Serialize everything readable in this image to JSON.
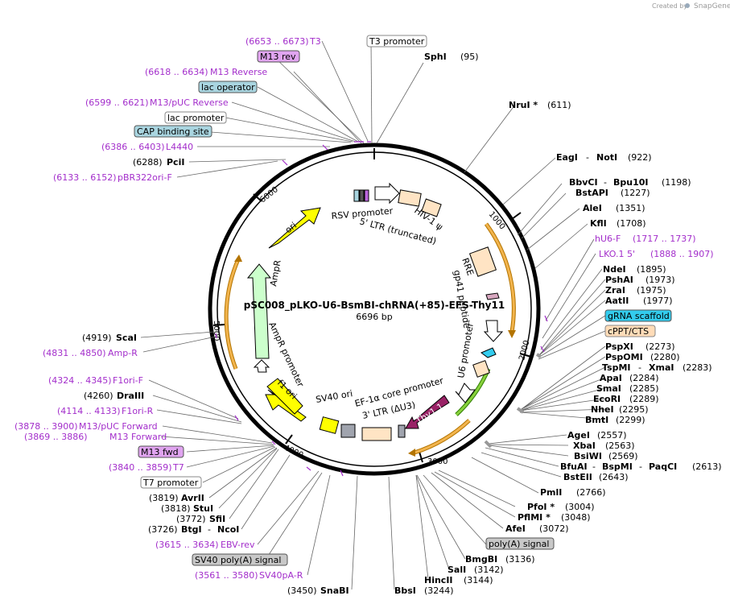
{
  "credit": {
    "created_by": "Created by",
    "brand": "SnapGene"
  },
  "map": {
    "name": "pSC008_pLKO-U6-BsmBI-chRNA(+85)-EFS-Thy11",
    "size": "6696 bp",
    "ticks": [
      "1000",
      "2000",
      "3000",
      "4000",
      "5000",
      "6000"
    ]
  },
  "inner_labels": {
    "rsv": "RSV promoter",
    "ltr5": "5' LTR (truncated)",
    "hiv": "HIV-1 ψ",
    "rre": "RRE",
    "gp41": "gp41 peptide",
    "u6": "U6 promoter",
    "thy": "Thy1.1",
    "efs": "EF-1α core promoter",
    "ltr3": "3' LTR (ΔU3)",
    "sv40ori": "SV40 ori",
    "f1ori": "f1 ori",
    "ampr_prom": "AmpR promoter",
    "ampr": "AmpR",
    "ori": "ori"
  },
  "labels": {
    "t3": {
      "range": "(6653 .. 6673)",
      "name": "T3"
    },
    "t3_promoter": "T3 promoter",
    "sphi": {
      "name": "SphI",
      "pos": "(95)"
    },
    "m13_rev": "M13 rev",
    "m13_reverse": {
      "range": "(6618 .. 6634)",
      "name": "M13 Reverse"
    },
    "lac_operator": "lac operator",
    "nrui": {
      "name": "NruI *",
      "pos": "(611)"
    },
    "m13puc_reverse": {
      "range": "(6599 .. 6621)",
      "name": "M13/pUC Reverse"
    },
    "lac_promoter": "lac promoter",
    "cap": "CAP binding site",
    "eagi": {
      "name": "EagI",
      "sep": "-",
      "name2": "NotI",
      "pos": "(922)"
    },
    "l4440": {
      "range": "(6386 .. 6403)",
      "name": "L4440"
    },
    "pcii": {
      "pos": "(6288)",
      "name": "PciI"
    },
    "bvcci": {
      "name": "BbvCI",
      "sep": "-",
      "name2": "Bpu10I",
      "pos": "(1198)"
    },
    "pbr322": {
      "range": "(6133 .. 6152)",
      "name": "pBR322ori-F"
    },
    "bstapi": {
      "name": "BstAPI",
      "pos": "(1227)"
    },
    "alei": {
      "name": "AleI",
      "pos": "(1351)"
    },
    "kfli": {
      "name": "KflI",
      "pos": "(1708)"
    },
    "hu6f": {
      "name": "hU6-F",
      "range": "(1717 .. 1737)"
    },
    "lko": {
      "name": "LKO.1 5'",
      "range": "(1888 .. 1907)"
    },
    "ndei": {
      "name": "NdeI",
      "pos": "(1895)"
    },
    "pshai": {
      "name": "PshAI",
      "pos": "(1973)"
    },
    "zrai": {
      "name": "ZraI",
      "pos": "(1975)"
    },
    "aatii": {
      "name": "AatII",
      "pos": "(1977)"
    },
    "grna": "gRNA scaffold",
    "cppt": "cPPT/CTS",
    "scai": {
      "pos": "(4919)",
      "name": "ScaI"
    },
    "ampr_primer": {
      "range": "(4831 .. 4850)",
      "name": "Amp-R"
    },
    "pspxi": {
      "name": "PspXI",
      "pos": "(2273)"
    },
    "pspomi": {
      "name": "PspOMI",
      "pos": "(2280)"
    },
    "tspmi": {
      "name": "TspMI",
      "sep": "-",
      "name2": "XmaI",
      "pos": "(2283)"
    },
    "apai": {
      "name": "ApaI",
      "pos": "(2284)"
    },
    "smai": {
      "name": "SmaI",
      "pos": "(2285)"
    },
    "ecori": {
      "name": "EcoRI",
      "pos": "(2289)"
    },
    "nhei": {
      "name": "NheI",
      "pos": "(2295)"
    },
    "bmti": {
      "name": "BmtI",
      "pos": "(2299)"
    },
    "f1orif": {
      "range": "(4324 .. 4345)",
      "name": "F1ori-F"
    },
    "draiii": {
      "pos": "(4260)",
      "name": "DraIII"
    },
    "f1orir": {
      "range": "(4114 .. 4133)",
      "name": "F1ori-R"
    },
    "m13puc_fwd": {
      "range": "(3878 .. 3900)",
      "name": "M13/pUC Forward"
    },
    "m13_forward": {
      "range": "(3869 .. 3886)",
      "name": "M13 Forward"
    },
    "m13_fwd": "M13 fwd",
    "t7": {
      "range": "(3840 .. 3859)",
      "name": "T7"
    },
    "t7_promoter": "T7 promoter",
    "avrii": {
      "pos": "(3819)",
      "name": "AvrII"
    },
    "stui": {
      "pos": "(3818)",
      "name": "StuI"
    },
    "sfii": {
      "pos": "(3772)",
      "name": "SfiI"
    },
    "btgi": {
      "pos": "(3726)",
      "name": "BtgI",
      "sep": "-",
      "name2": "NcoI"
    },
    "ebv": {
      "range": "(3615 .. 3634)",
      "name": "EBV-rev"
    },
    "sv40pa": "SV40 poly(A) signal",
    "sv40par": {
      "range": "(3561 .. 3580)",
      "name": "SV40pA-R"
    },
    "snabi": {
      "pos": "(3450)",
      "name": "SnaBI"
    },
    "agei": {
      "name": "AgeI",
      "pos": "(2557)"
    },
    "xbai": {
      "name": "XbaI",
      "pos": "(2563)"
    },
    "bsiwi": {
      "name": "BsiWI",
      "pos": "(2569)"
    },
    "bfuai": {
      "name": "BfuAI",
      "sep": "-",
      "name2": "BspMI",
      "sep2": "-",
      "name3": "PaqCI",
      "pos": "(2613)"
    },
    "bsteii": {
      "name": "BstEII",
      "pos": "(2643)"
    },
    "pmli": {
      "name": "PmlI",
      "pos": "(2766)"
    },
    "pfoi": {
      "name": "PfoI *",
      "pos": "(3004)"
    },
    "pflmi": {
      "name": "PflMI *",
      "pos": "(3048)"
    },
    "afei": {
      "name": "AfeI",
      "pos": "(3072)"
    },
    "polya": "poly(A) signal",
    "bmgbi": {
      "name": "BmgBI",
      "pos": "(3136)"
    },
    "sali": {
      "name": "SalI",
      "pos": "(3142)"
    },
    "hincii": {
      "name": "HincII",
      "pos": "(3144)"
    },
    "bbsi": {
      "name": "BbsI",
      "pos": "(3244)"
    }
  },
  "colors": {
    "primer": "#a32ecb",
    "ori_yellow": "#ffff00",
    "ampr_green": "#ccffcc",
    "thy_purple": "#992266",
    "orange_arc": "#e8a33d",
    "feature_peach": "#ffe4c4",
    "teal_box": "#a9d5e0",
    "cyan_box": "#33ccee",
    "peach_box": "#ffdcb8",
    "gray_box": "#c8c8c8"
  }
}
